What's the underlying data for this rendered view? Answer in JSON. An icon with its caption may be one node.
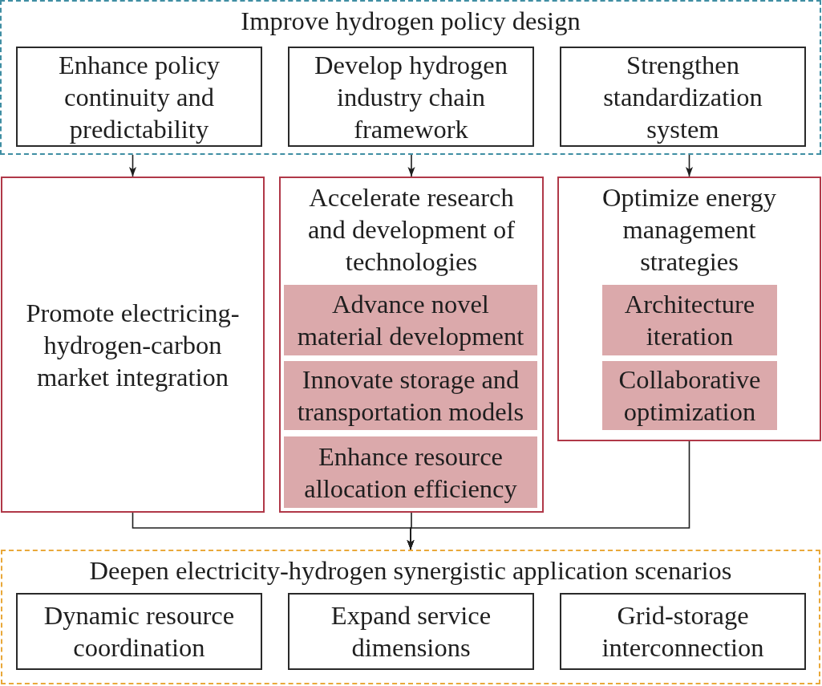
{
  "diagram": {
    "nodes": [
      {
        "text": [
          "Improve hydrogen policy design"
        ]
      },
      {
        "text": [
          "Enhance policy continuity and predictability"
        ],
        "in": 0
      },
      {
        "text": [
          "Develop hydrogen industry chain framework"
        ],
        "in": 0
      },
      {
        "text": [
          "Strengthen standardization system"
        ],
        "in": 0
      },
      {
        "text": [
          "Promote electricing-hydrogen-carbon market integration"
        ]
      },
      {
        "text": [
          "Accelerate research and development of technologies"
        ]
      },
      {
        "text": [
          "Advance novel material development"
        ],
        "in": 5
      },
      {
        "text": [
          "Innovate storage and transportation models"
        ],
        "in": 5
      },
      {
        "text": [
          "Enhance resource allocation efficiency"
        ],
        "in": 5
      },
      {
        "text": [
          "Optimize energy management strategies"
        ]
      },
      {
        "text": [
          "Architecture iteration"
        ],
        "in": 9
      },
      {
        "text": [
          "Collaborative optimization"
        ],
        "in": 9
      },
      {
        "text": [
          "Deepen electricity-hydrogen synergistic application scenarios"
        ]
      },
      {
        "text": [
          "Dynamic resource coordination"
        ],
        "in": 12
      },
      {
        "text": [
          "Expand service dimensions"
        ],
        "in": 12
      },
      {
        "text": [
          "Grid-storage interconnection"
        ],
        "in": 12
      }
    ],
    "edges": [
      {
        "from": 0,
        "to": 4,
        "arrow": "to"
      },
      {
        "from": 0,
        "to": 5,
        "arrow": "to"
      },
      {
        "from": 0,
        "to": 9,
        "arrow": "to"
      },
      {
        "from": 4,
        "to": 12,
        "arrow": "to"
      },
      {
        "from": 5,
        "to": 12,
        "arrow": "to"
      },
      {
        "from": 9,
        "to": 12,
        "arrow": "to"
      }
    ]
  }
}
